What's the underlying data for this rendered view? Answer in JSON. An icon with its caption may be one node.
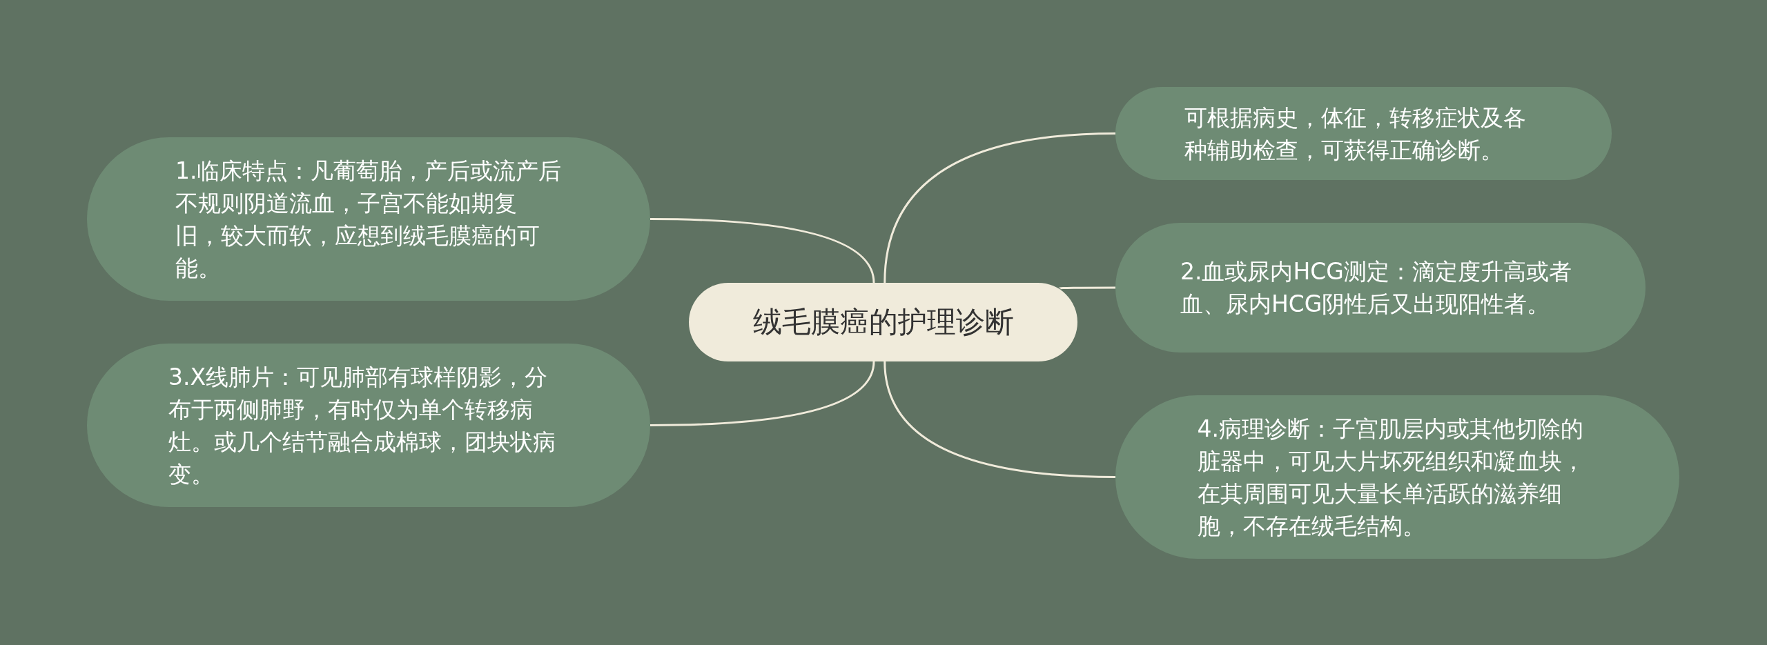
{
  "diagram": {
    "nodes": [
      {
        "text": [
          "绒毛膜癌的护理诊断"
        ]
      },
      {
        "text": [
          "可根据病史，体征，转移症状及各种辅助检查，可获得正确诊断。"
        ]
      },
      {
        "text": [
          "1.临床特点：凡葡萄胎，产后或流产后不规则阴道流血，子宫不能如期复旧，较大而软，应想到绒毛膜癌的可能。"
        ]
      },
      {
        "text": [
          "2.血或尿内HCG测定：滴定度升高或者血、尿内HCG阴性后又出现阳性者。"
        ]
      },
      {
        "text": [
          "3.X线肺片：可见肺部有球样阴影，分布于两侧肺野，有时仅为单个转移病灶。或几个结节融合成棉球，团块状病变。"
        ]
      },
      {
        "text": [
          "4.病理诊断：子宫肌层内或其他切除的脏器中，可见大片坏死组织和凝血块，在其周围可见大量长单活跃的滋养细胞，不存在绒毛结构。"
        ]
      }
    ],
    "edges": [
      {
        "from": 0,
        "to": 1,
        "arrow": "none"
      },
      {
        "from": 0,
        "to": 2,
        "arrow": "none"
      },
      {
        "from": 0,
        "to": 3,
        "arrow": "none"
      },
      {
        "from": 0,
        "to": 4,
        "arrow": "none"
      },
      {
        "from": 0,
        "to": 5,
        "arrow": "none"
      }
    ]
  }
}
